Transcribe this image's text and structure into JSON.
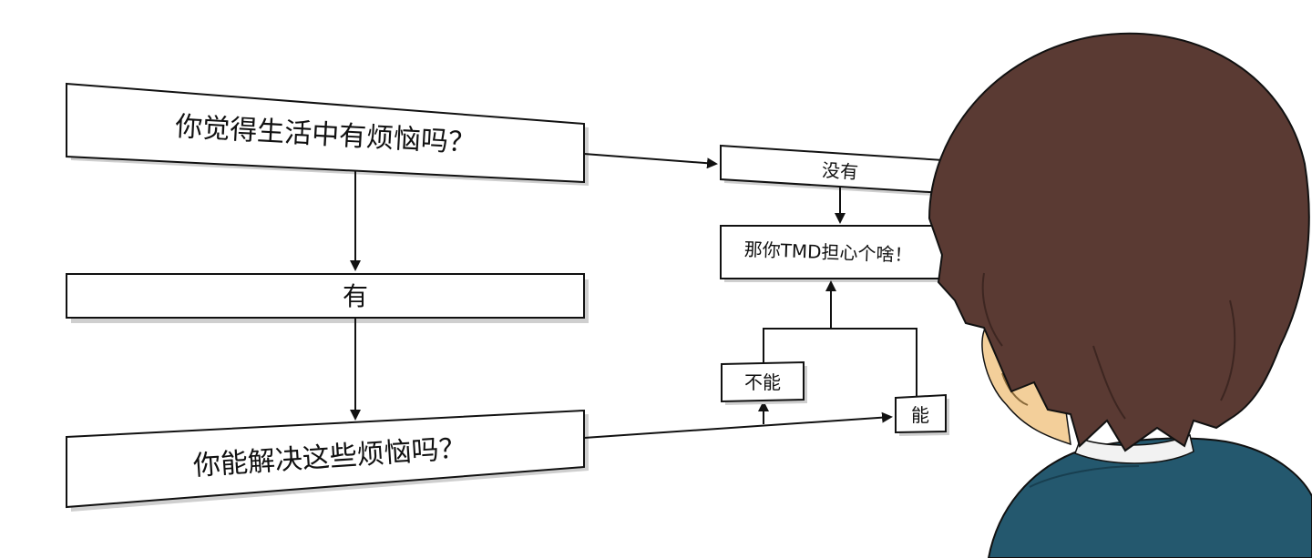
{
  "diagram": {
    "question1": "你觉得生活中有烦恼吗？",
    "answer_yes": "有",
    "answer_no": "没有",
    "question2": "你能解决这些烦恼吗？",
    "cannot": "不能",
    "can": "能",
    "conclusion": "那你TMD担心个啥！"
  },
  "colors": {
    "hair": "#5a3a33",
    "hair_dark": "#3d2621",
    "shirt": "#24586e",
    "skin": "#f3cf9a",
    "outline": "#111111"
  },
  "character": {
    "illustration": "boy-seen-from-behind"
  }
}
